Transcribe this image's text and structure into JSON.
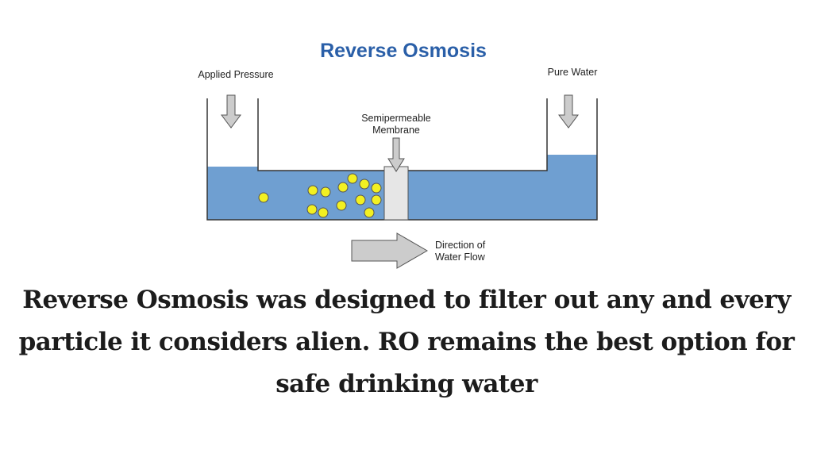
{
  "diagram": {
    "title": "Reverse Osmosis",
    "labels": {
      "applied_pressure": "Applied Pressure",
      "pure_water": "Pure Water",
      "membrane_line1": "Semipermeable",
      "membrane_line2": "Membrane",
      "flow_line1": "Direction of",
      "flow_line2": "Water Flow"
    },
    "colors": {
      "title": "#2a5fa8",
      "water": "#6f9fd1",
      "particle": "#f2f022",
      "membrane": "#e6e6e6",
      "arrow": "#cccccc",
      "outline": "#333333"
    }
  },
  "caption": "Reverse Osmosis was designed to filter out any and every particle it considers alien. RO remains the best option for safe drinking water"
}
